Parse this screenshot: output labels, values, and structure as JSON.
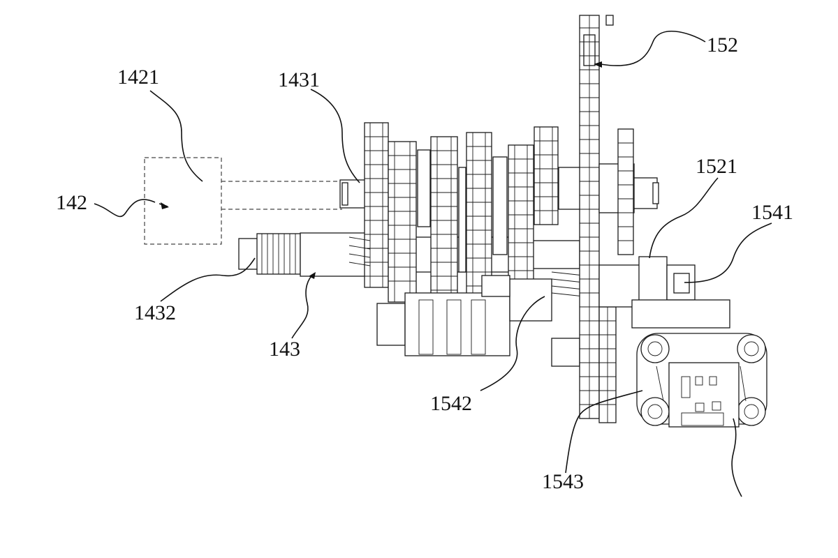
{
  "labels": {
    "l142": "142",
    "l1421": "1421",
    "l1431": "1431",
    "l1432": "1432",
    "l143": "143",
    "l152": "152",
    "l1521": "1521",
    "l1541": "1541",
    "l1542": "1542",
    "l1543": "1543"
  }
}
